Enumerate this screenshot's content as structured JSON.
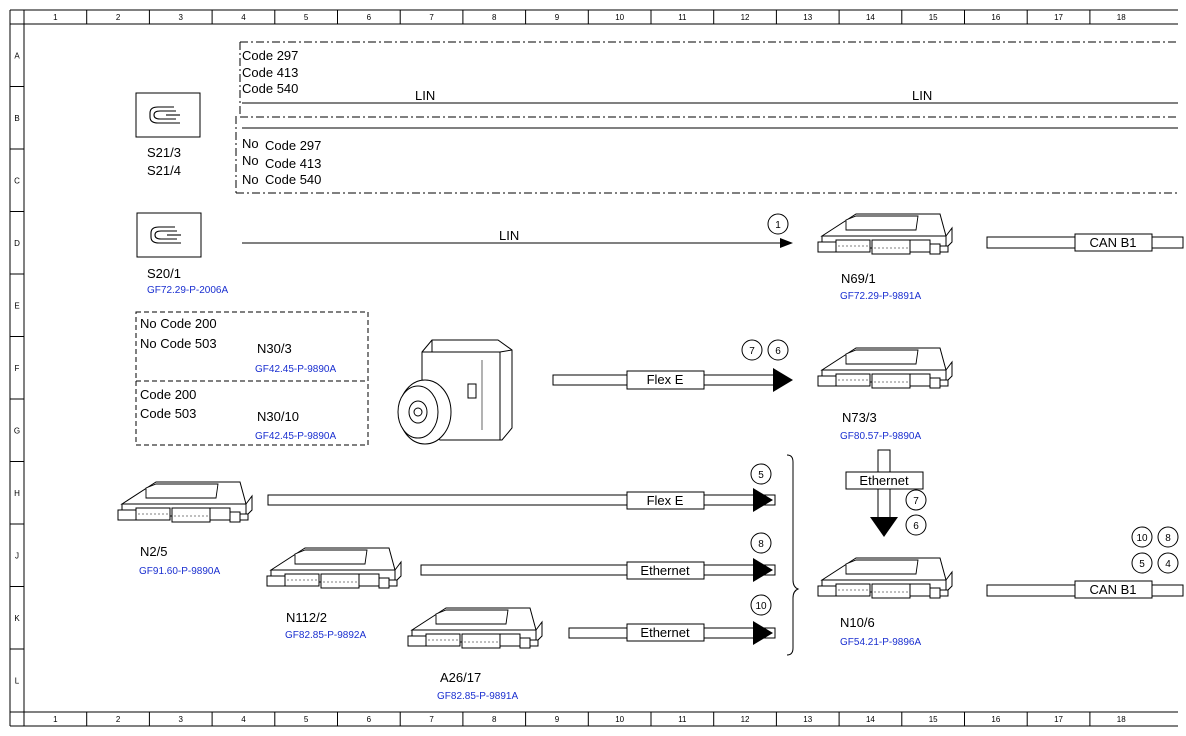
{
  "grid": {
    "cols": [
      "1",
      "2",
      "3",
      "4",
      "5",
      "6",
      "7",
      "8",
      "9",
      "10",
      "11",
      "12",
      "13",
      "14",
      "15",
      "16",
      "17",
      "18"
    ],
    "rows": [
      "A",
      "B",
      "C",
      "D",
      "E",
      "F",
      "G",
      "H",
      "J",
      "K",
      "L"
    ]
  },
  "switch_group": {
    "codes_with": [
      "Code 297",
      "Code 413",
      "Code 540"
    ],
    "codes_without_prefix": [
      "No",
      "No",
      "No"
    ],
    "codes_without": [
      "Code 297",
      "Code 413",
      "Code 540"
    ],
    "lin_label_left": "LIN",
    "lin_label_right": "LIN",
    "switch_names": [
      "S21/3",
      "S21/4"
    ]
  },
  "s20": {
    "name": "S20/1",
    "ref": "GF72.29-P-2006A",
    "lin_label": "LIN",
    "circle": "1"
  },
  "n69": {
    "name": "N69/1",
    "ref": "GF72.29-P-9891A",
    "bus_label": "CAN B1"
  },
  "n30": {
    "no_codes": [
      "No Code 200",
      "No Code 503"
    ],
    "n303_name": "N30/3",
    "n303_ref": "GF42.45-P-9890A",
    "codes": [
      "Code 200",
      "Code 503"
    ],
    "n3010_name": "N30/10",
    "n3010_ref": "GF42.45-P-9890A",
    "bus_label": "Flex E",
    "circles": [
      "7",
      "6"
    ]
  },
  "n73": {
    "name": "N73/3",
    "ref": "GF80.57-P-9890A",
    "bus_label": "Ethernet",
    "circles": [
      "7",
      "6"
    ]
  },
  "n2": {
    "name": "N2/5",
    "ref": "GF91.60-P-9890A",
    "bus_label": "Flex E",
    "circle": "5"
  },
  "n112": {
    "name": "N112/2",
    "ref": "GF82.85-P-9892A",
    "bus_label": "Ethernet",
    "circle": "8"
  },
  "a26": {
    "name": "A26/17",
    "ref": "GF82.85-P-9891A",
    "bus_label": "Ethernet",
    "circle": "10"
  },
  "n10": {
    "name": "N10/6",
    "ref": "GF54.21-P-9896A",
    "bus_label": "CAN B1",
    "circles": [
      "10",
      "8",
      "5",
      "4"
    ]
  }
}
